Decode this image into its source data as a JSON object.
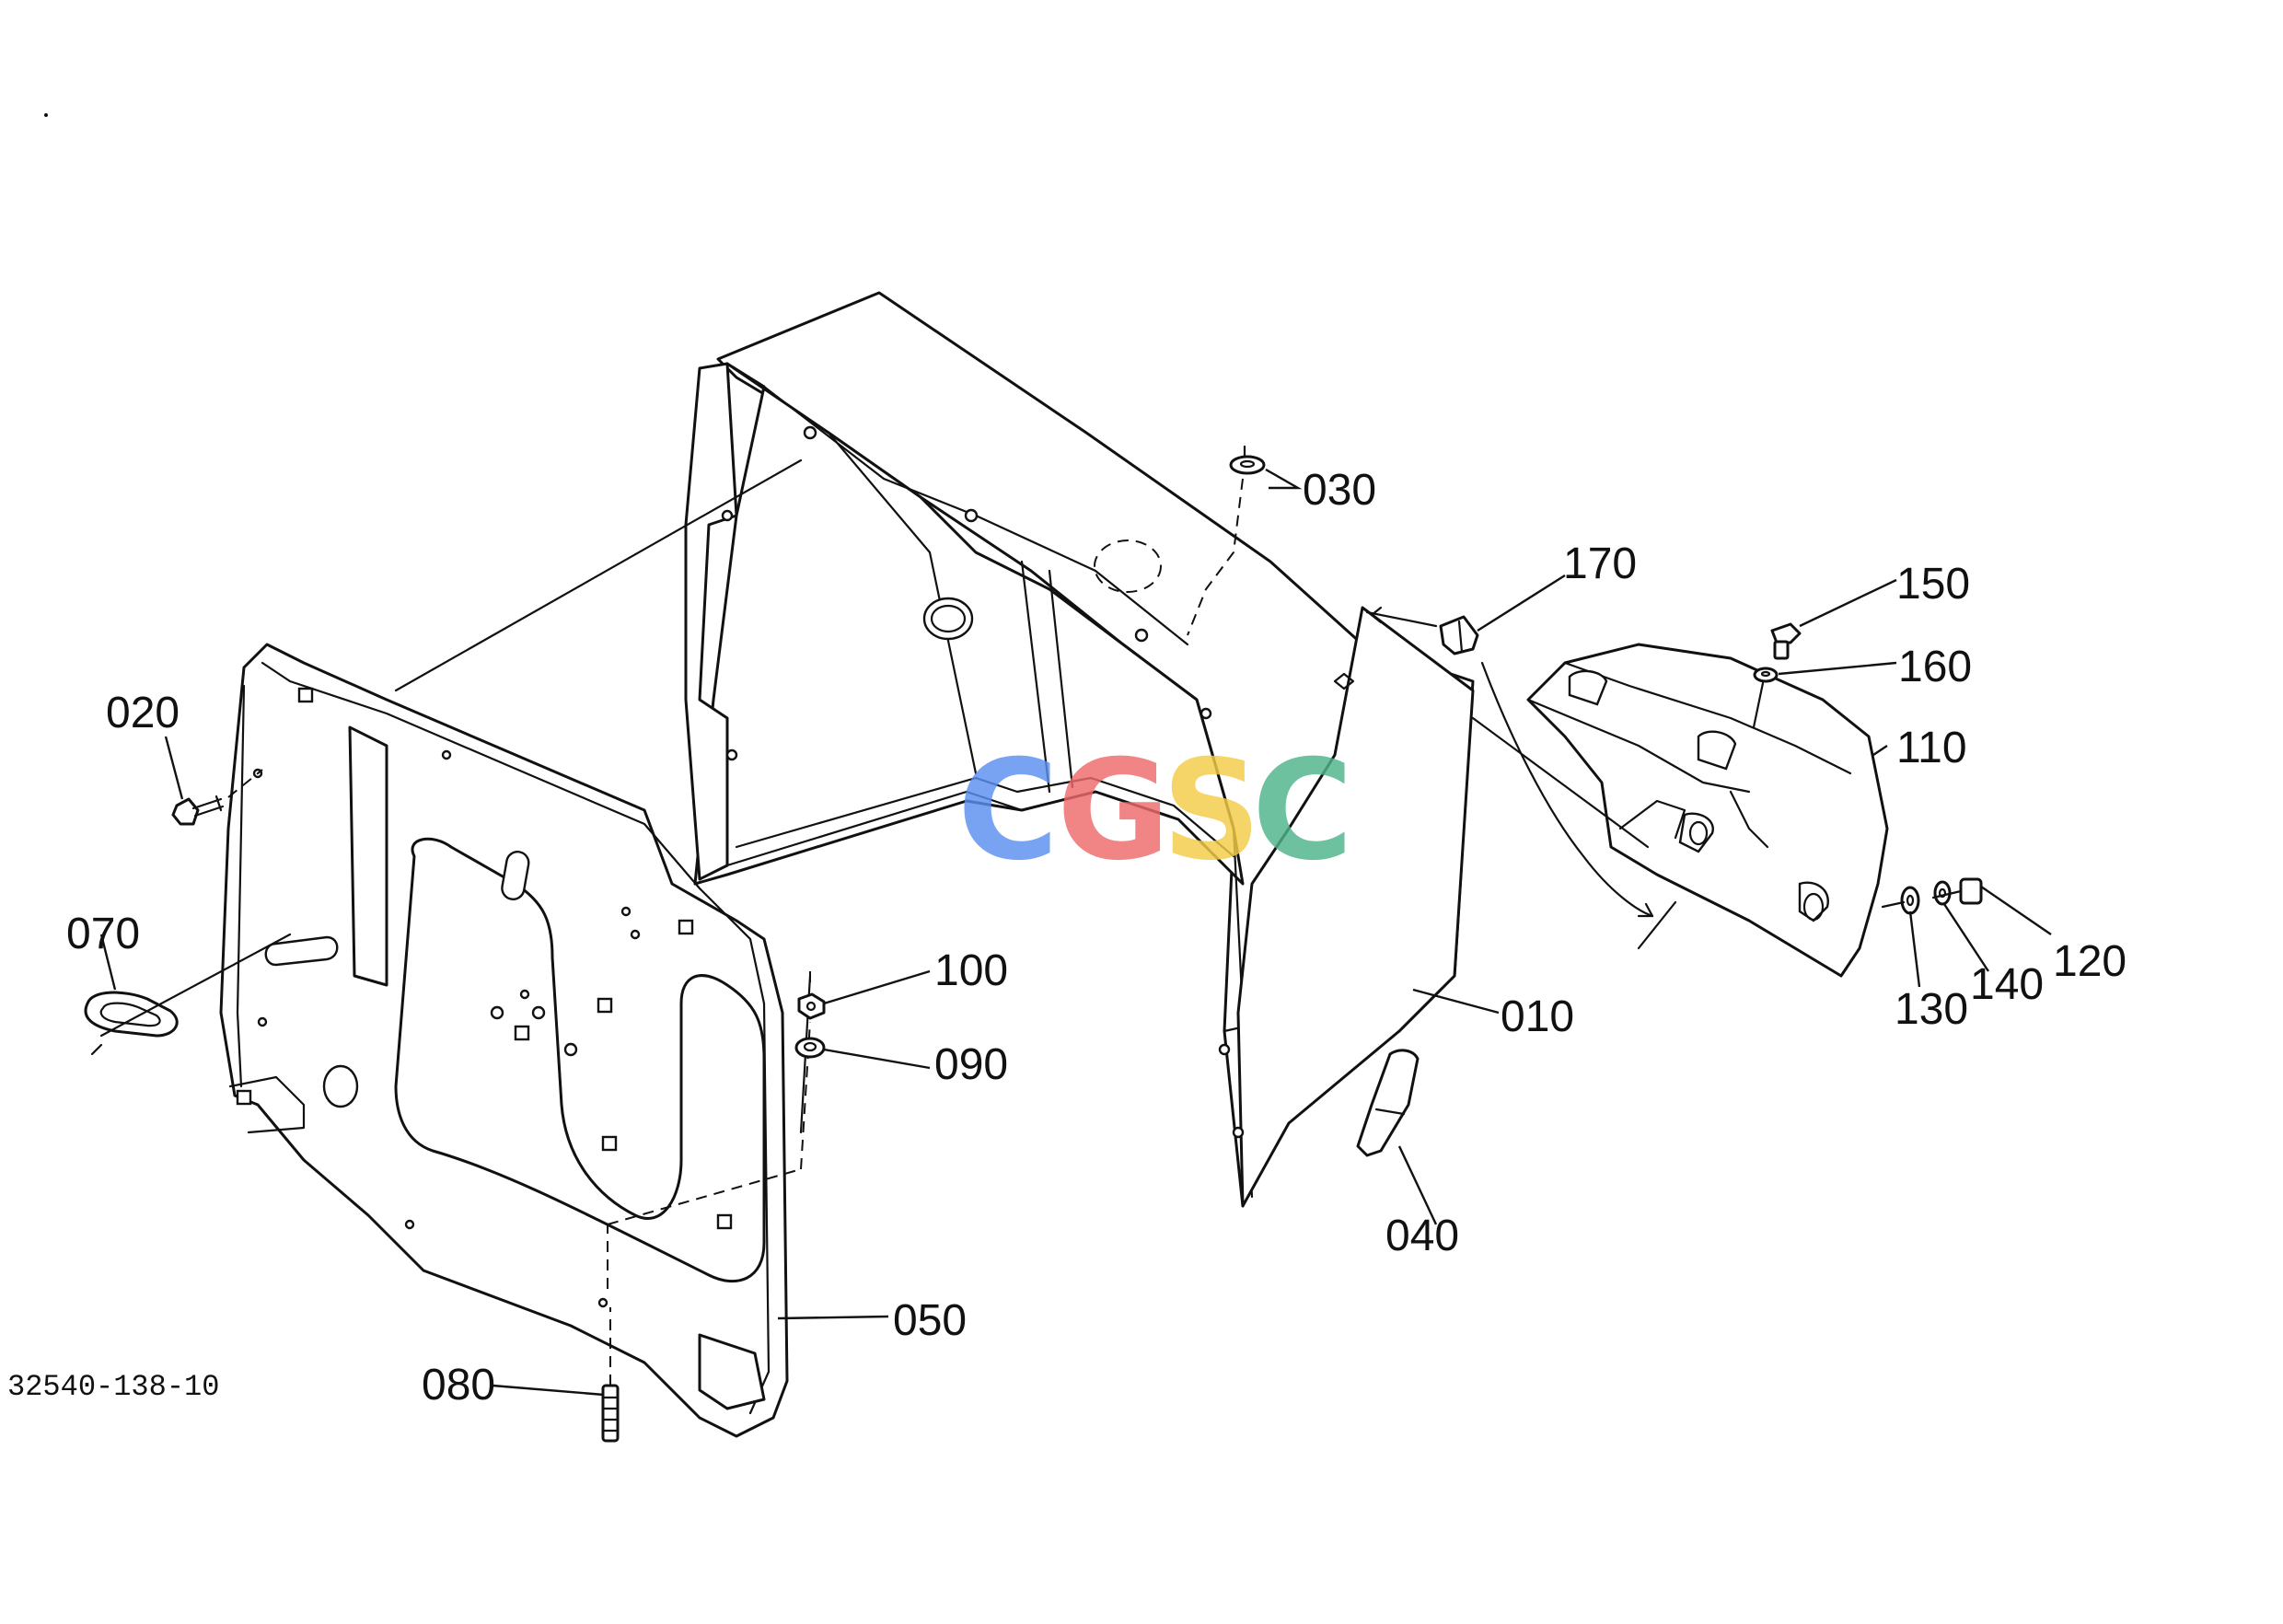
{
  "diagram": {
    "drawing_code": "32540-138-10",
    "watermark": {
      "letters": [
        "C",
        "G",
        "S",
        "C"
      ],
      "colors": [
        "#5b8ff0",
        "#ee6b6b",
        "#f4cd46",
        "#4fb48a"
      ]
    },
    "callouts": [
      {
        "id": "010",
        "label": "010"
      },
      {
        "id": "020",
        "label": "020"
      },
      {
        "id": "030",
        "label": "030"
      },
      {
        "id": "040",
        "label": "040"
      },
      {
        "id": "050",
        "label": "050"
      },
      {
        "id": "070",
        "label": "070"
      },
      {
        "id": "080",
        "label": "080"
      },
      {
        "id": "090",
        "label": "090"
      },
      {
        "id": "100",
        "label": "100"
      },
      {
        "id": "110",
        "label": "110"
      },
      {
        "id": "120",
        "label": "120"
      },
      {
        "id": "130",
        "label": "130"
      },
      {
        "id": "140",
        "label": "140"
      },
      {
        "id": "150",
        "label": "150"
      },
      {
        "id": "160",
        "label": "160"
      },
      {
        "id": "170",
        "label": "170"
      }
    ]
  }
}
